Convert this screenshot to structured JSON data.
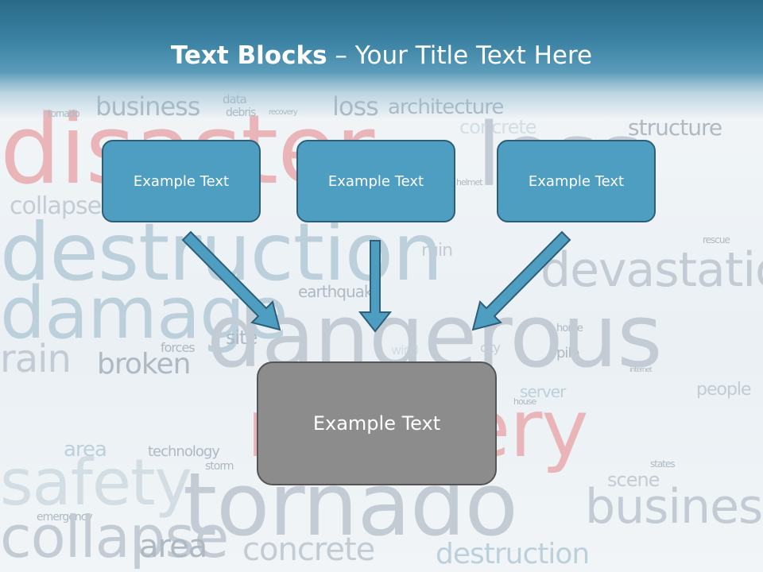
{
  "slide": {
    "title_bold": "Text Blocks",
    "title_dash": " – ",
    "title_rest": "Your Title Text Here"
  },
  "boxes": {
    "left": "Example Text",
    "middle": "Example Text",
    "right": "Example Text",
    "bottom": "Example Text"
  },
  "colors": {
    "box_fill": "#4e9ec2",
    "box_border": "#2e5e78",
    "arrow_fill": "#4e9ec2",
    "center_box_fill": "#8c8c8c",
    "title_bar": "#3b82a3"
  },
  "word_cloud": [
    "disaster",
    "business",
    "data",
    "debris",
    "recovery",
    "tornado",
    "loss",
    "architecture",
    "concrete",
    "structure",
    "collapse",
    "destruction",
    "damage",
    "rain",
    "broken",
    "forces",
    "earthquake",
    "site",
    "ruin",
    "wind",
    "city",
    "area",
    "safety",
    "home",
    "pile",
    "devastation",
    "dangerous",
    "recovery",
    "server",
    "people",
    "scene",
    "emergency",
    "technology",
    "storm",
    "internet",
    "states",
    "house",
    "helmet",
    "rescue"
  ]
}
